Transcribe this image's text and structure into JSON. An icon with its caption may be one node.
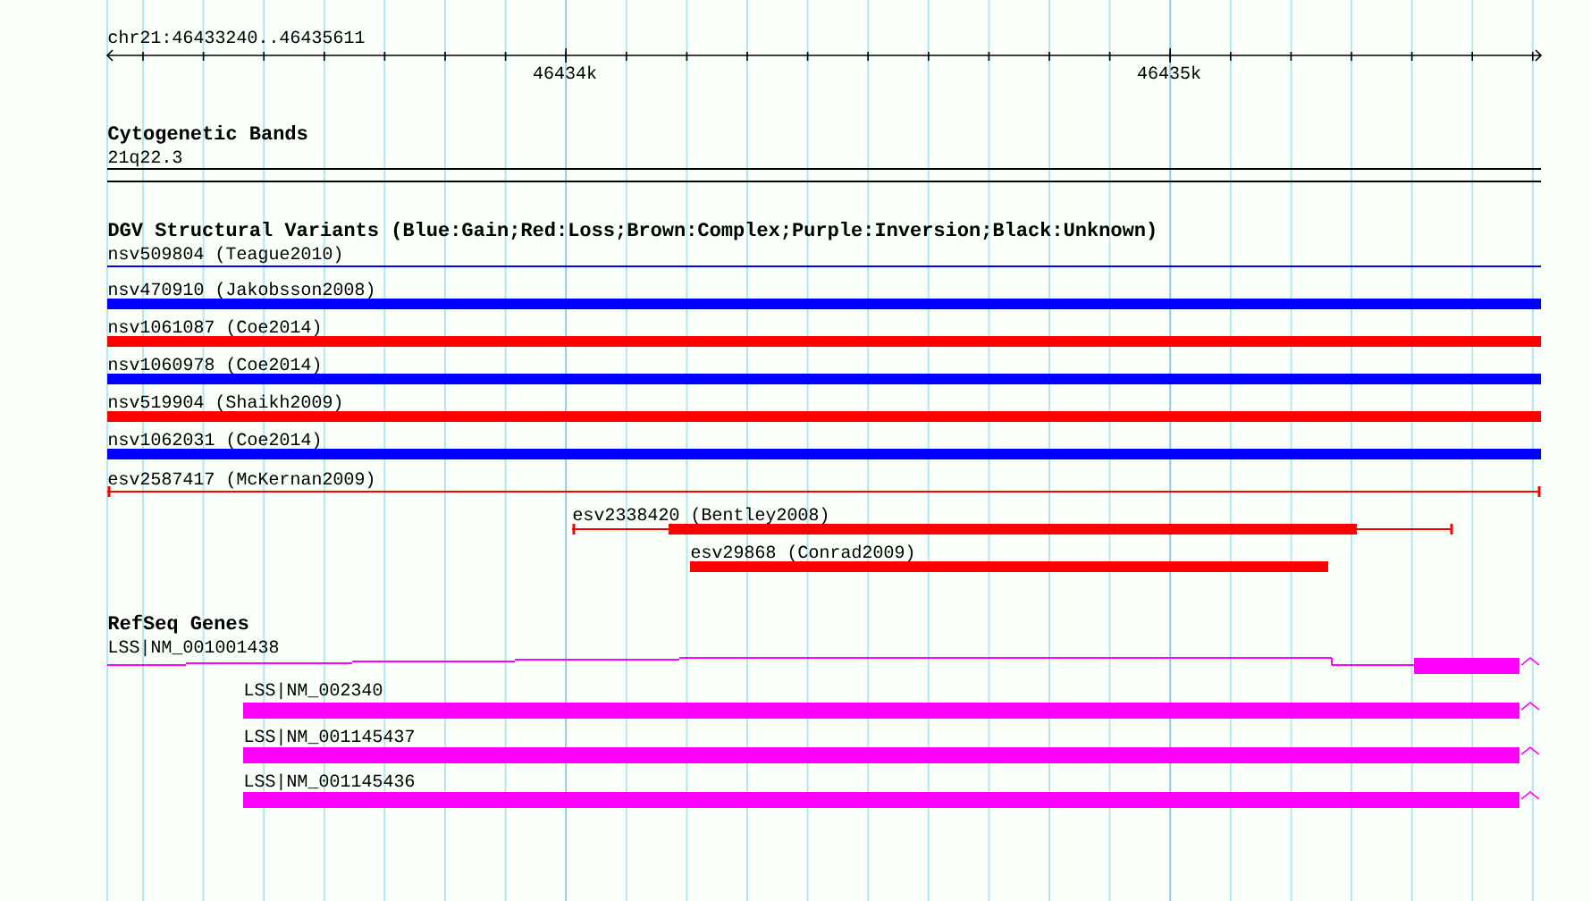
{
  "diagram": {
    "nodes": [
      {
        "text": [
          "nsv509804 (Teague2010)"
        ]
      },
      {
        "text": [
          "nsv470910 (Jakobsson2008)"
        ]
      },
      {
        "text": [
          "nsv1061087 (Coe2014)"
        ]
      },
      {
        "text": [
          "nsv1060978 (Coe2014)"
        ]
      },
      {
        "text": [
          "nsv519904 (Shaikh2009)"
        ]
      },
      {
        "text": [
          "nsv1062031 (Coe2014)"
        ]
      },
      {
        "text": [
          "esv2587417 (McKernan2009)"
        ]
      },
      {
        "text": [
          "esv2338420 (Bentley2008)"
        ]
      },
      {
        "text": [
          "esv29868 (Conrad2009)"
        ]
      },
      {
        "text": [
          "LSS|NM_001001438"
        ]
      },
      {
        "text": [
          "LSS|NM_002340"
        ]
      },
      {
        "text": [
          "LSS|NM_001145437"
        ]
      },
      {
        "text": [
          "LSS|NM_001145436"
        ]
      }
    ],
    "labels": [
      "chr21:46433240..46435611",
      "46434k",
      "46435k",
      "Cytogenetic Bands",
      "21q22.3",
      "DGV Structural Variants (Blue:Gain;Red:Loss;Brown:Complex;Purple:Inversion;Black:Unknown)",
      "RefSeq Genes"
    ]
  }
}
